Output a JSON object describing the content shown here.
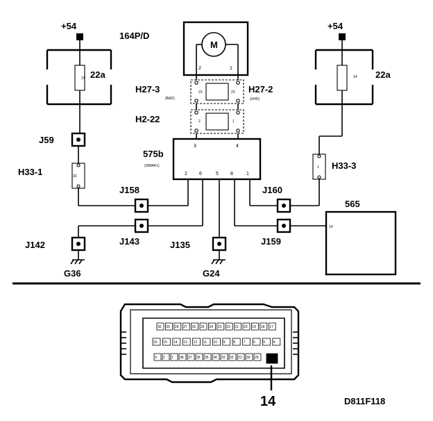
{
  "labels": {
    "plus54_left": "+54",
    "plus54_right": "+54",
    "fuse_left_label": "22a",
    "fuse_left_pin": "21",
    "fuse_right_label": "22a",
    "fuse_right_pin": "14",
    "motor_code": "164P/D",
    "motor_symbol": "M",
    "motor_pin_left": "2",
    "motor_pin_right": "1",
    "h27_3": "H27-3",
    "h27_3_note": "(BAD)",
    "h27_3_pin": "23",
    "h27_2": "H27-2",
    "h27_2_note": "(UHD)",
    "h27_2_pin": "23",
    "h2_22": "H2-22",
    "h2_pin_left": "2",
    "h2_pin_right": "1",
    "j59": "J59",
    "h33_1": "H33-1",
    "h33_1_pin": "33",
    "h33_3": "H33-3",
    "h33_3_pin": "1",
    "ecu": "575b",
    "ecu_note": "(SIMAK1)",
    "ecu_top_pin_left": "3",
    "ecu_top_pin_right": "4",
    "ecu_pins": [
      "2",
      "6",
      "5",
      "8",
      "1"
    ],
    "j158": "J158",
    "j160": "J160",
    "j142": "J142",
    "j143": "J143",
    "j135": "J135",
    "j159": "J159",
    "g36": "G36",
    "g24": "G24",
    "box565": "565",
    "box565_pin": "14",
    "connector_pin_label": "14",
    "diagram_code": "D811F118"
  },
  "connector": {
    "row1": [
      "30",
      "29",
      "28",
      "27",
      "26",
      "25",
      "24",
      "23",
      "22",
      "21",
      "20",
      "19",
      "18",
      "17"
    ],
    "row2": [
      "16",
      "15",
      "14",
      "13",
      "12",
      "11",
      "10",
      "9",
      "8",
      "7",
      "6",
      "5",
      "4"
    ],
    "row3": [
      "3",
      "2",
      "1",
      "38",
      "37",
      "36",
      "35",
      "34",
      "33",
      "32",
      "31",
      "30",
      "29",
      "14"
    ],
    "highlight_pin": "14"
  }
}
